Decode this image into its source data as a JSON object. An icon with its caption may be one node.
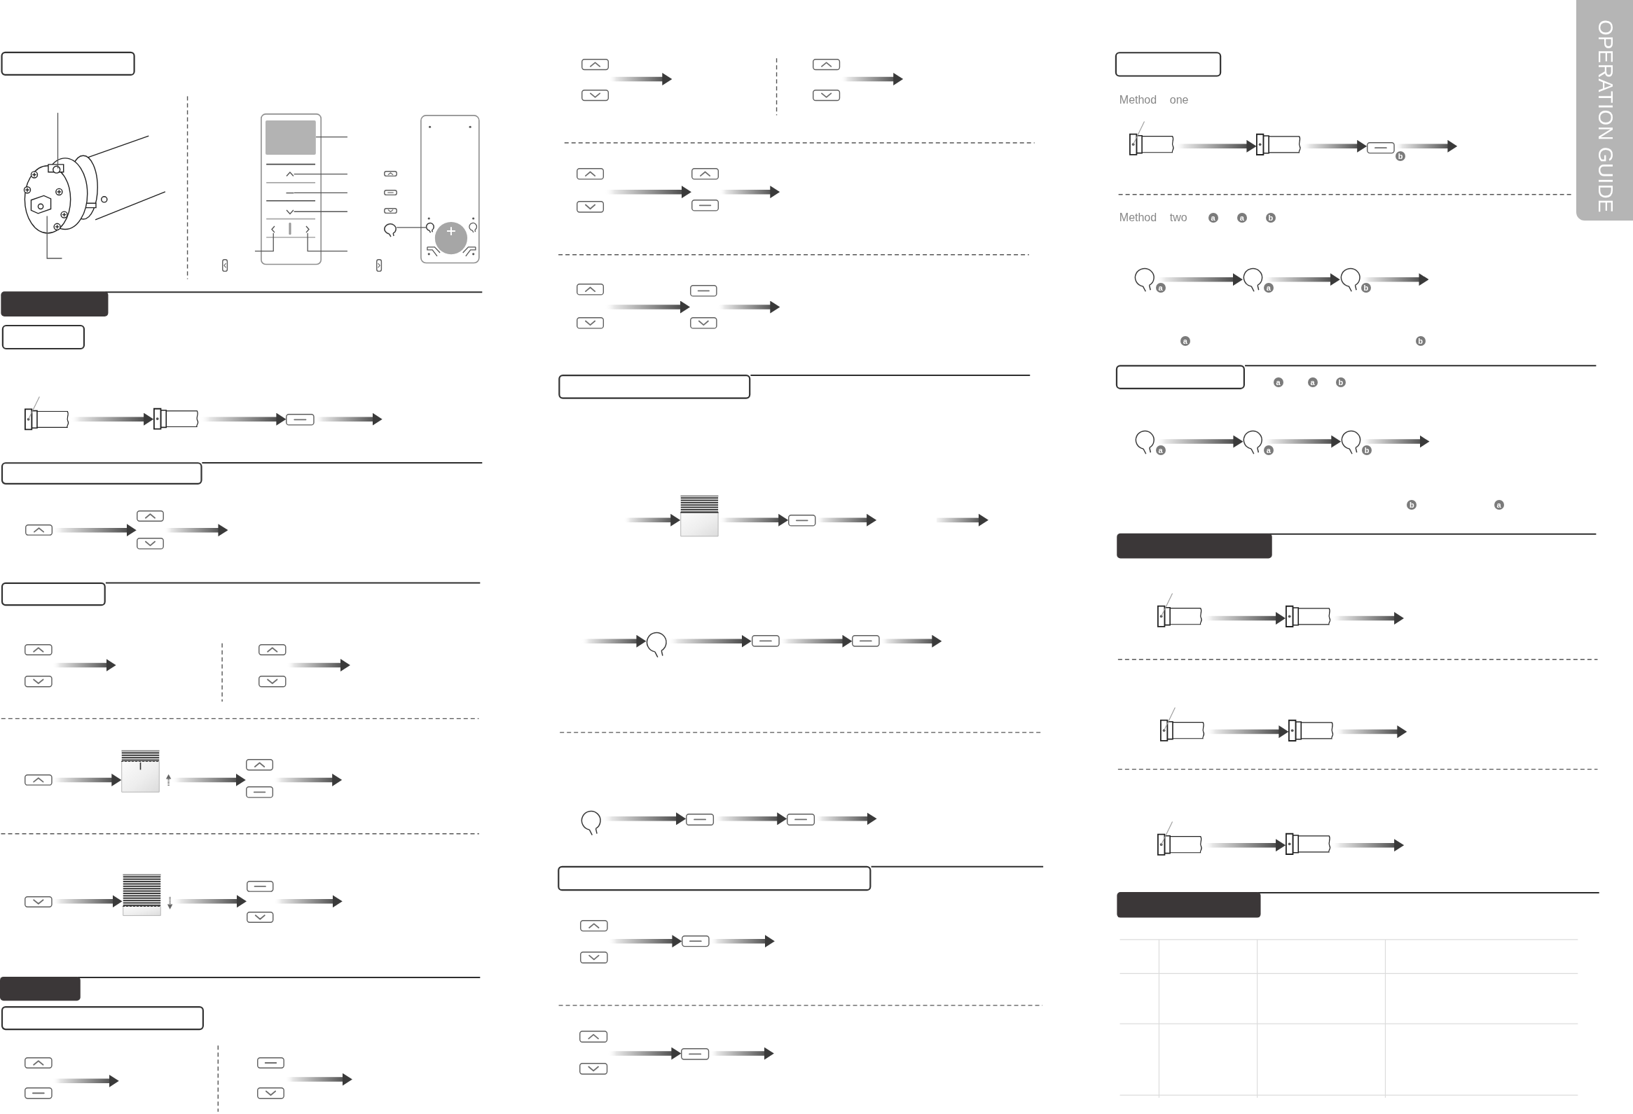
{
  "diagram": {
    "nodes": [
      {
        "text": [],
        "shape": "picture"
      },
      {
        "text": [],
        "shape": "picture"
      },
      {
        "text": [],
        "shape": "box",
        "in": 1
      },
      {
        "text": [],
        "shape": "picture",
        "in": 1
      },
      {
        "text": [],
        "shape": "picture",
        "in": 1
      },
      {
        "text": [],
        "shape": "picture",
        "in": 1
      },
      {
        "text": [],
        "shape": "picture",
        "in": 1
      },
      {
        "text": [],
        "shape": "picture",
        "in": 1
      },
      {
        "text": [],
        "shape": "picture"
      },
      {
        "text": [],
        "shape": "picture"
      },
      {
        "text": [],
        "shape": "picture"
      },
      {
        "text": [],
        "shape": "picture"
      },
      {
        "text": [],
        "shape": "picture"
      },
      {
        "text": [],
        "shape": "picture"
      },
      {
        "text": [],
        "shape": "picture"
      },
      {
        "text": [],
        "shape": "picture",
        "in": 14
      },
      {
        "text": [],
        "shape": "cylinder"
      },
      {
        "text": [],
        "shape": "cylinder"
      },
      {
        "text": [],
        "shape": "picture"
      },
      {
        "text": [],
        "shape": "picture"
      },
      {
        "text": [],
        "shape": "picture"
      },
      {
        "text": [],
        "shape": "picture"
      },
      {
        "text": [],
        "shape": "picture"
      },
      {
        "text": [],
        "shape": "picture"
      },
      {
        "text": [],
        "shape": "picture"
      },
      {
        "text": [],
        "shape": "picture"
      },
      {
        "text": [],
        "shape": "picture"
      },
      {
        "text": [],
        "shape": "picture"
      },
      {
        "text": [],
        "shape": "picture"
      },
      {
        "text": [],
        "shape": "picture"
      },
      {
        "text": [],
        "shape": "picture"
      },
      {
        "text": [],
        "shape": "picture"
      },
      {
        "text": [],
        "shape": "picture"
      },
      {
        "text": [],
        "shape": "picture"
      },
      {
        "text": [],
        "shape": "picture"
      },
      {
        "text": [],
        "shape": "picture"
      },
      {
        "text": [],
        "shape": "picture"
      },
      {
        "text": [],
        "shape": "picture"
      },
      {
        "text": [],
        "shape": "picture"
      },
      {
        "text": [],
        "shape": "picture"
      },
      {
        "text": [],
        "shape": "picture"
      },
      {
        "text": [],
        "shape": "picture"
      },
      {
        "text": [],
        "shape": "picture"
      },
      {
        "text": [],
        "shape": "picture"
      },
      {
        "text": [],
        "shape": "picture"
      },
      {
        "text": [],
        "shape": "picture"
      },
      {
        "text": [],
        "shape": "picture"
      },
      {
        "text": [],
        "shape": "picture"
      },
      {
        "text": [],
        "shape": "picture"
      },
      {
        "text": [],
        "shape": "picture"
      },
      {
        "text": [],
        "shape": "picture"
      },
      {
        "text": [],
        "shape": "picture"
      },
      {
        "text": [],
        "shape": "picture"
      },
      {
        "text": [],
        "shape": "picture"
      },
      {
        "text": [],
        "shape": "picture"
      },
      {
        "text": [],
        "shape": "picture"
      },
      {
        "text": [],
        "shape": "picture"
      },
      {
        "text": [],
        "shape": "picture"
      },
      {
        "text": [],
        "shape": "picture"
      },
      {
        "text": [],
        "shape": "picture"
      },
      {
        "text": [],
        "shape": "picture"
      },
      {
        "text": [],
        "shape": "picture"
      },
      {
        "text": [],
        "shape": "picture"
      },
      {
        "text": [],
        "shape": "picture"
      },
      {
        "text": [
          "OPERATION GUIDE"
        ]
      },
      {
        "text": [],
        "shape": "cylinder"
      },
      {
        "text": [],
        "shape": "cylinder"
      },
      {
        "text": [],
        "shape": "picture",
        "beside": [
          "b"
        ]
      },
      {
        "text": [],
        "shape": "picture",
        "beside": [
          "a"
        ]
      },
      {
        "text": [],
        "shape": "picture",
        "beside": [
          "a"
        ]
      },
      {
        "text": [],
        "shape": "picture",
        "beside": [
          "b"
        ]
      },
      {
        "text": [],
        "shape": "picture",
        "beside": [
          "a"
        ]
      },
      {
        "text": [],
        "shape": "picture",
        "beside": [
          "a"
        ]
      },
      {
        "text": [],
        "shape": "picture",
        "beside": [
          "b"
        ]
      },
      {
        "text": [],
        "shape": "cylinder"
      },
      {
        "text": [],
        "shape": "cylinder"
      },
      {
        "text": [],
        "shape": "cylinder"
      },
      {
        "text": [],
        "shape": "cylinder"
      },
      {
        "text": [],
        "shape": "cylinder"
      },
      {
        "text": [],
        "shape": "cylinder"
      }
    ],
    "edges": [
      {
        "from": null,
        "to": 0,
        "arrow": "none"
      },
      {
        "from": null,
        "to": 0,
        "arrow": "none"
      },
      {
        "from": null,
        "to": 2,
        "arrow": "none"
      },
      {
        "from": null,
        "to": 3,
        "arrow": "none"
      },
      {
        "from": null,
        "to": 4,
        "arrow": "none"
      },
      {
        "from": null,
        "to": 5,
        "arrow": "none"
      },
      {
        "from": null,
        "to": 6,
        "arrow": "none"
      },
      {
        "from": null,
        "to": 7,
        "arrow": "none"
      },
      {
        "from": 12,
        "to": 15,
        "arrow": "none"
      },
      {
        "from": 16,
        "to": 17,
        "arrow": "to"
      },
      {
        "from": 17,
        "to": 18,
        "arrow": "to"
      },
      {
        "from": 18,
        "to": null,
        "arrow": "to"
      },
      {
        "from": 19,
        "to": 20,
        "arrow": "to"
      },
      {
        "from": 19,
        "to": 21,
        "arrow": "to"
      },
      {
        "from": 20,
        "to": null,
        "arrow": "to"
      },
      {
        "from": 21,
        "to": null,
        "arrow": "to"
      },
      {
        "from": 22,
        "to": null,
        "arrow": "to"
      },
      {
        "from": 23,
        "to": null,
        "arrow": "to"
      },
      {
        "from": 24,
        "to": null,
        "arrow": "to"
      },
      {
        "from": 25,
        "to": null,
        "arrow": "to"
      },
      {
        "from": 26,
        "to": 27,
        "arrow": "to"
      },
      {
        "from": 27,
        "to": 28,
        "arrow": "to"
      },
      {
        "from": 27,
        "to": 29,
        "arrow": "to"
      },
      {
        "from": 28,
        "to": null,
        "arrow": "to"
      },
      {
        "from": 29,
        "to": null,
        "arrow": "to"
      },
      {
        "from": 30,
        "to": 31,
        "arrow": "to"
      },
      {
        "from": 31,
        "to": 32,
        "arrow": "to"
      },
      {
        "from": 31,
        "to": 33,
        "arrow": "to"
      },
      {
        "from": 32,
        "to": null,
        "arrow": "to"
      },
      {
        "from": 33,
        "to": null,
        "arrow": "to"
      },
      {
        "from": 34,
        "to": null,
        "arrow": "to"
      },
      {
        "from": 35,
        "to": null,
        "arrow": "to"
      },
      {
        "from": 36,
        "to": null,
        "arrow": "to"
      },
      {
        "from": 37,
        "to": null,
        "arrow": "to"
      },
      {
        "from": 38,
        "to": null,
        "arrow": "to"
      },
      {
        "from": 39,
        "to": null,
        "arrow": "to"
      },
      {
        "from": 40,
        "to": null,
        "arrow": "to"
      },
      {
        "from": 41,
        "to": null,
        "arrow": "to"
      },
      {
        "from": 42,
        "to": 44,
        "arrow": "to"
      },
      {
        "from": 42,
        "to": 45,
        "arrow": "to"
      },
      {
        "from": 43,
        "to": 44,
        "arrow": "to"
      },
      {
        "from": 43,
        "to": 45,
        "arrow": "to"
      },
      {
        "from": 44,
        "to": null,
        "arrow": "to"
      },
      {
        "from": 45,
        "to": null,
        "arrow": "to"
      },
      {
        "from": 46,
        "to": 48,
        "arrow": "to"
      },
      {
        "from": 46,
        "to": 49,
        "arrow": "to"
      },
      {
        "from": 47,
        "to": 48,
        "arrow": "to"
      },
      {
        "from": 47,
        "to": 49,
        "arrow": "to"
      },
      {
        "from": 48,
        "to": null,
        "arrow": "to"
      },
      {
        "from": 49,
        "to": null,
        "arrow": "to"
      },
      {
        "from": null,
        "to": 50,
        "arrow": "to"
      },
      {
        "from": 50,
        "to": 51,
        "arrow": "to"
      },
      {
        "from": 51,
        "to": null,
        "arrow": "to"
      },
      {
        "from": null,
        "to": 52,
        "arrow": "to"
      },
      {
        "from": 52,
        "to": 53,
        "arrow": "to"
      },
      {
        "from": 53,
        "to": 54,
        "arrow": "to"
      },
      {
        "from": 54,
        "to": null,
        "arrow": "to"
      },
      {
        "from": 55,
        "to": 56,
        "arrow": "to"
      },
      {
        "from": 56,
        "to": 57,
        "arrow": "to"
      },
      {
        "from": 57,
        "to": null,
        "arrow": "to"
      },
      {
        "from": 58,
        "to": 60,
        "arrow": "to"
      },
      {
        "from": 59,
        "to": 60,
        "arrow": "to"
      },
      {
        "from": 60,
        "to": null,
        "arrow": "to"
      },
      {
        "from": 61,
        "to": 63,
        "arrow": "to"
      },
      {
        "from": 62,
        "to": 63,
        "arrow": "to"
      },
      {
        "from": 63,
        "to": null,
        "arrow": "to"
      },
      {
        "from": 65,
        "to": 66,
        "arrow": "to"
      },
      {
        "from": 66,
        "to": 67,
        "arrow": "to"
      },
      {
        "from": 67,
        "to": null,
        "arrow": "to"
      },
      {
        "from": 68,
        "to": 69,
        "arrow": "to"
      },
      {
        "from": 69,
        "to": 70,
        "arrow": "to"
      },
      {
        "from": 70,
        "to": null,
        "arrow": "to"
      },
      {
        "from": 71,
        "to": 72,
        "arrow": "to"
      },
      {
        "from": 72,
        "to": 73,
        "arrow": "to"
      },
      {
        "from": 73,
        "to": null,
        "arrow": "to"
      },
      {
        "from": 74,
        "to": 75,
        "arrow": "to"
      },
      {
        "from": 75,
        "to": null,
        "arrow": "to"
      },
      {
        "from": 76,
        "to": 77,
        "arrow": "to"
      },
      {
        "from": 77,
        "to": null,
        "arrow": "to"
      },
      {
        "from": 78,
        "to": 79,
        "arrow": "to"
      },
      {
        "from": 79,
        "to": null,
        "arrow": "to"
      }
    ],
    "labels": [
      "Method",
      "one",
      "Method",
      "two",
      "a",
      "a",
      "b",
      "a",
      "b",
      "a",
      "a",
      "b",
      "b",
      "a"
    ]
  }
}
